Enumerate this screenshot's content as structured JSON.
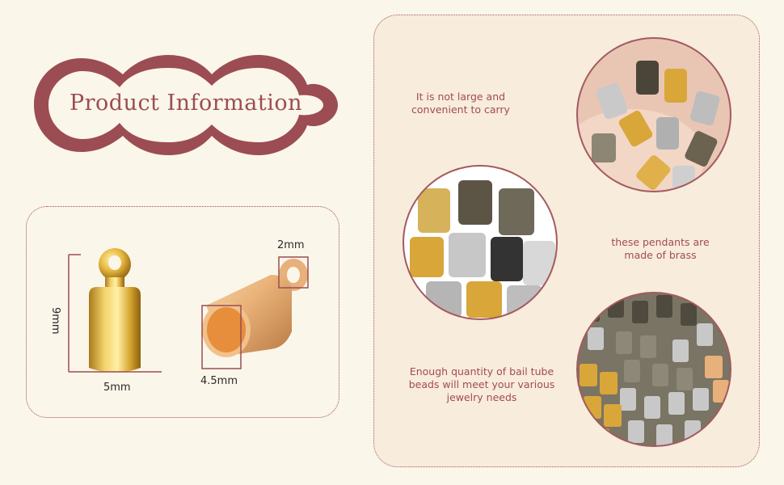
{
  "title": "Product Information",
  "dimensions": {
    "height": "9mm",
    "width": "5mm",
    "inner": "4.5mm",
    "loop": "2mm"
  },
  "captions": {
    "caption1": "It is not large and convenient to carry",
    "caption2": "these pendants are made of brass",
    "caption3": "Enough quantity of bail tube beads will meet your various jewelry needs"
  },
  "colors": {
    "accent": "#9b4d53",
    "background": "#fbf6ea",
    "panel": "#f8ecdc",
    "gold": "#d9a63a",
    "rose_gold": "#e8b07a"
  }
}
